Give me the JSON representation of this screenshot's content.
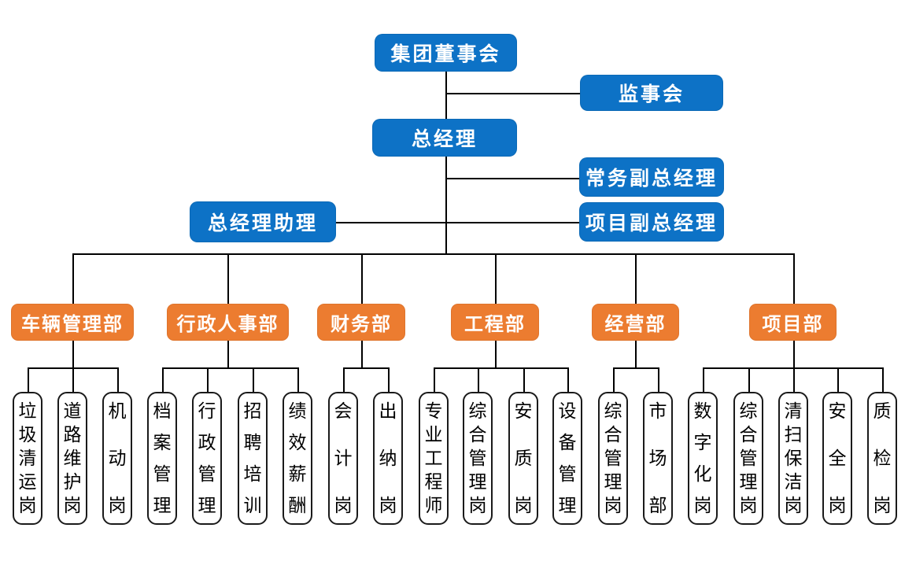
{
  "palette": {
    "executive_blue": "#0D72C6",
    "department_orange": "#EC7C30",
    "position_border": "#1a1a1a",
    "connector": "#000000",
    "background": "#ffffff"
  },
  "executives": {
    "board": "集团董事会",
    "supervisory_board": "监事会",
    "general_manager": "总经理",
    "executive_deputy_gm": "常务副总经理",
    "gm_assistant": "总经理助理",
    "project_deputy_gm": "项目副总经理"
  },
  "departments": [
    {
      "label": "车辆管理部",
      "positions": [
        "垃圾清运岗",
        "道路维护岗",
        "机动岗"
      ]
    },
    {
      "label": "行政人事部",
      "positions": [
        "档案管理",
        "行政管理",
        "招聘培训",
        "绩效薪酬"
      ]
    },
    {
      "label": "财务部",
      "positions": [
        "会计岗",
        "出纳岗"
      ]
    },
    {
      "label": "工程部",
      "positions": [
        "专业工程师",
        "综合管理岗",
        "安质岗",
        "设备管理"
      ]
    },
    {
      "label": "经营部",
      "positions": [
        "综合管理岗",
        "市场部"
      ]
    },
    {
      "label": "项目部",
      "positions": [
        "数字化岗",
        "综合管理岗",
        "清扫保洁岗",
        "安全岗",
        "质检岗"
      ]
    }
  ]
}
